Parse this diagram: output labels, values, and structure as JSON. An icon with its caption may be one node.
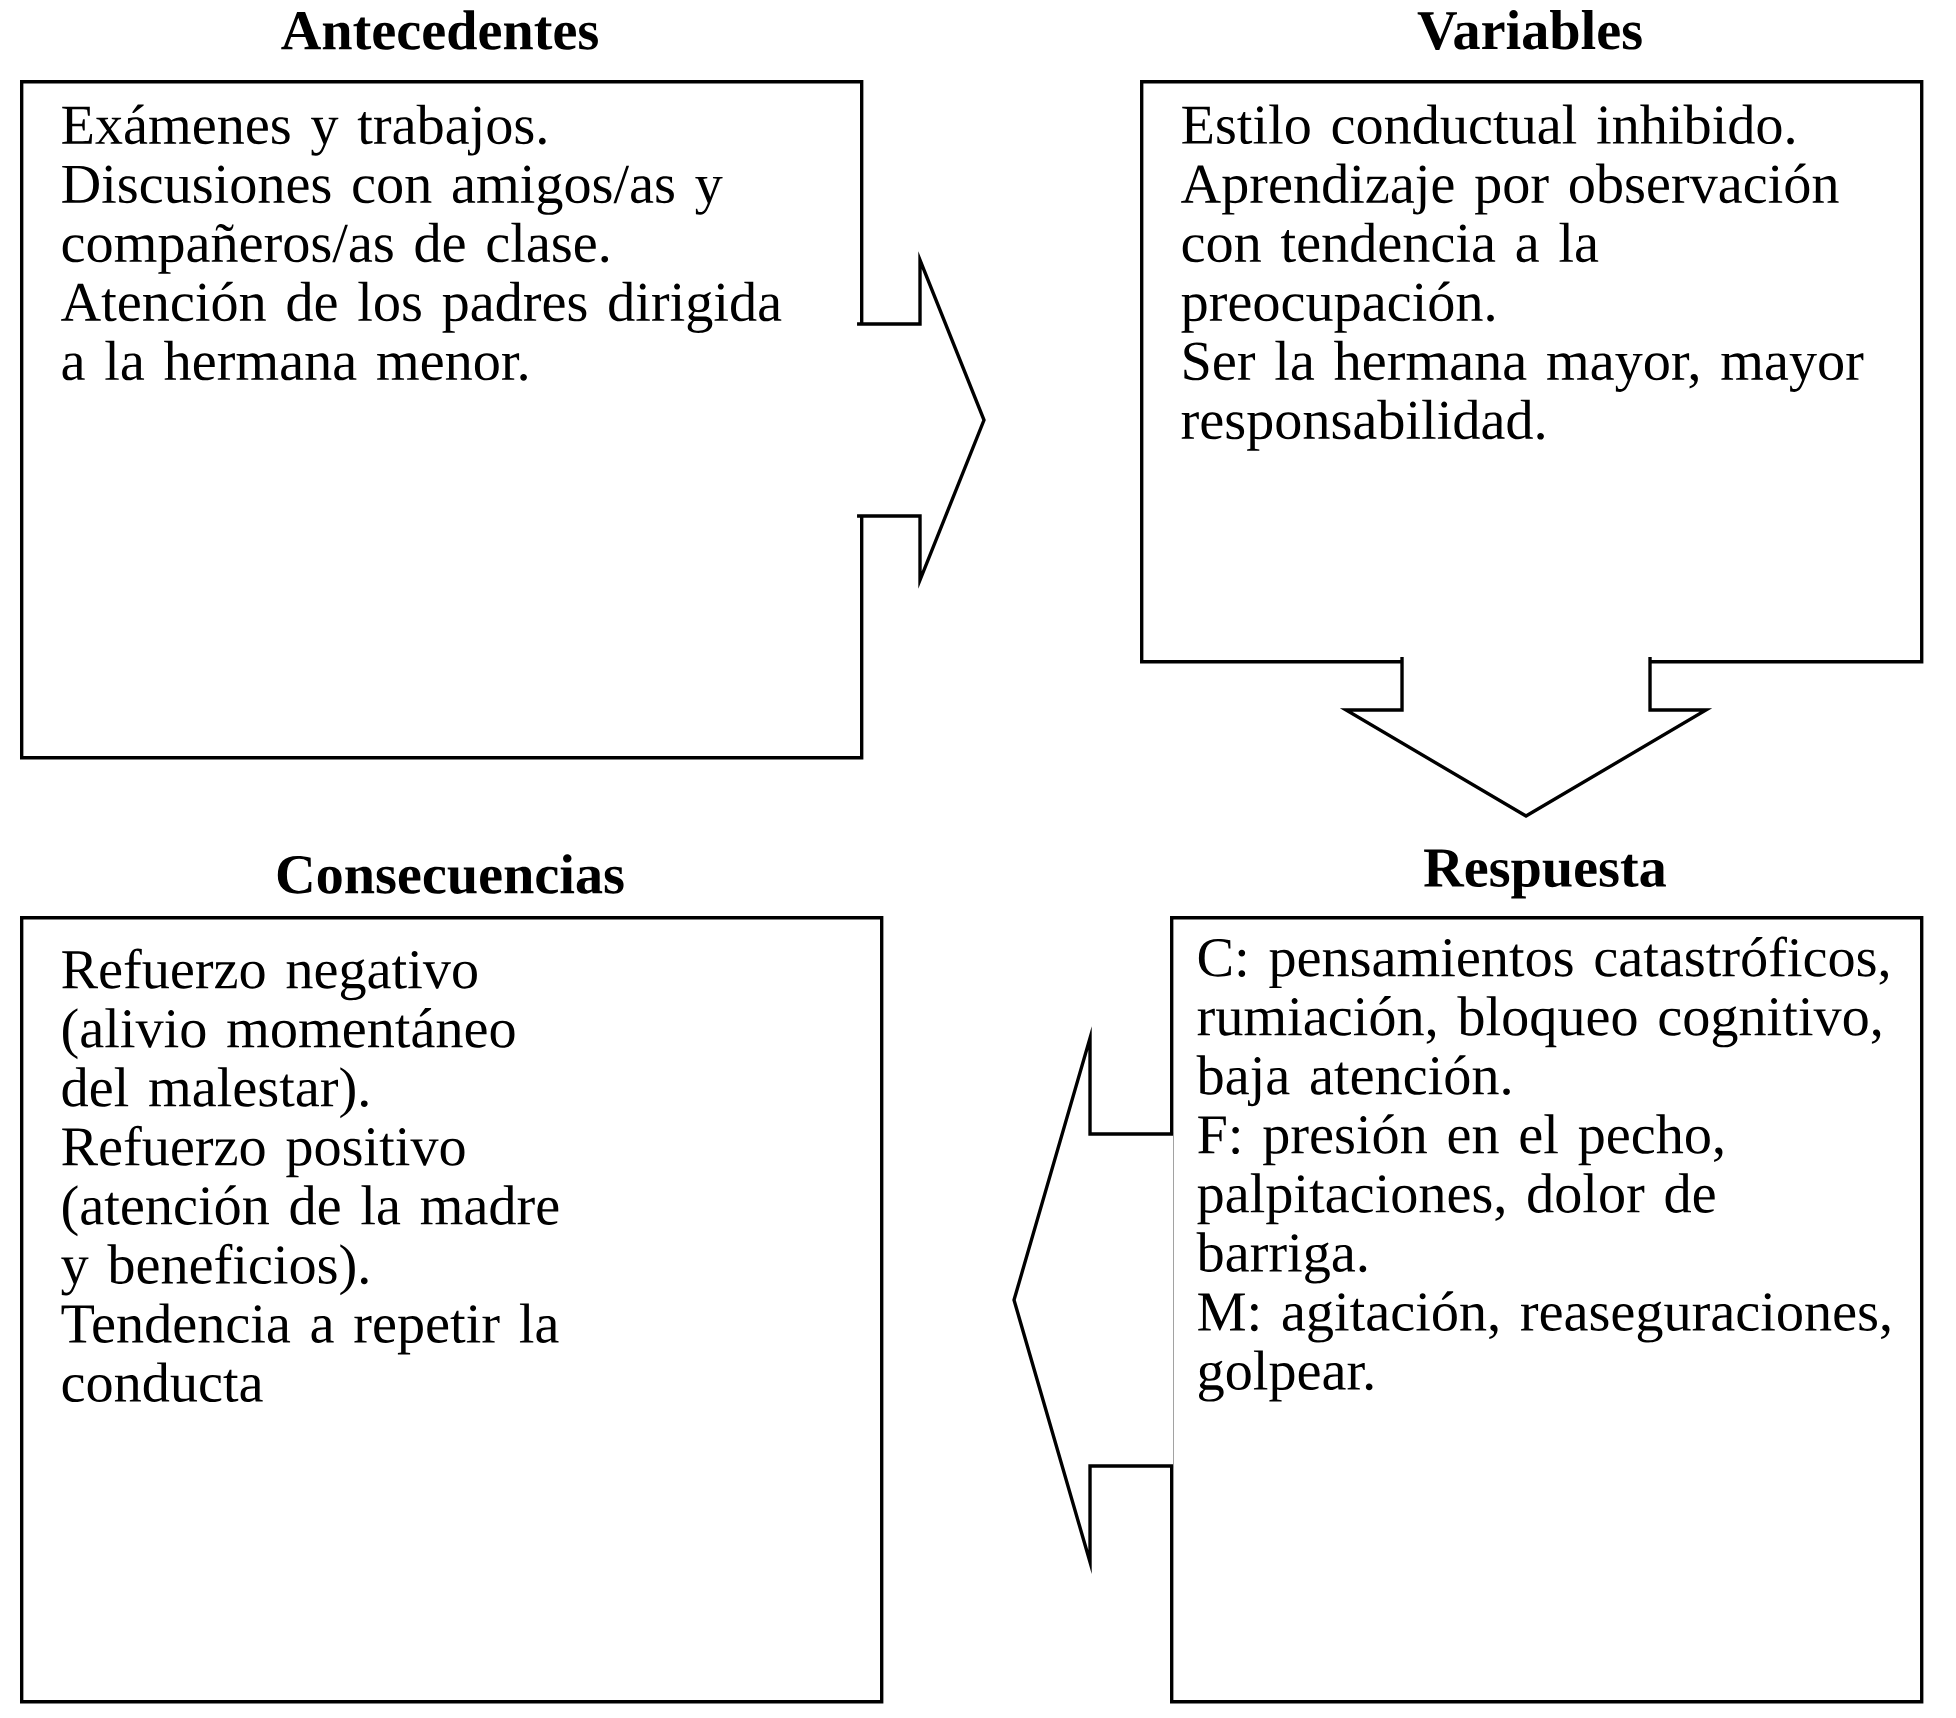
{
  "diagram": {
    "nodes": [
      {
        "text": [
          "Antecedentes",
          "Exámenes y trabajos.",
          "Discusiones con amigos/as y compañeros/as de clase.",
          "Atención de los padres dirigida a la hermana menor."
        ]
      },
      {
        "text": [
          "Variables",
          "Estilo conductual inhibido.",
          "Aprendizaje por observación con tendencia a la preocupación.",
          "Ser la hermana mayor, mayor responsabilidad."
        ]
      },
      {
        "text": [
          "Consecuencias",
          "Refuerzo negativo (alivio momentáneo del malestar).",
          "Refuerzo positivo (atención de la madre y beneficios).",
          "Tendencia a repetir la conducta"
        ]
      },
      {
        "text": [
          "Respuesta",
          "C: pensamientos catastróficos, rumiación, bloqueo cognitivo, baja atención.",
          "F: presión en el pecho, palpitaciones, dolor de barriga.",
          "M: agitación, reaseguraciones, golpear."
        ]
      }
    ],
    "edges": [
      {
        "from": 0,
        "to": 1,
        "arrow": "to"
      },
      {
        "from": 1,
        "to": 3,
        "arrow": "to"
      },
      {
        "from": 3,
        "to": 2,
        "arrow": "to"
      }
    ]
  }
}
